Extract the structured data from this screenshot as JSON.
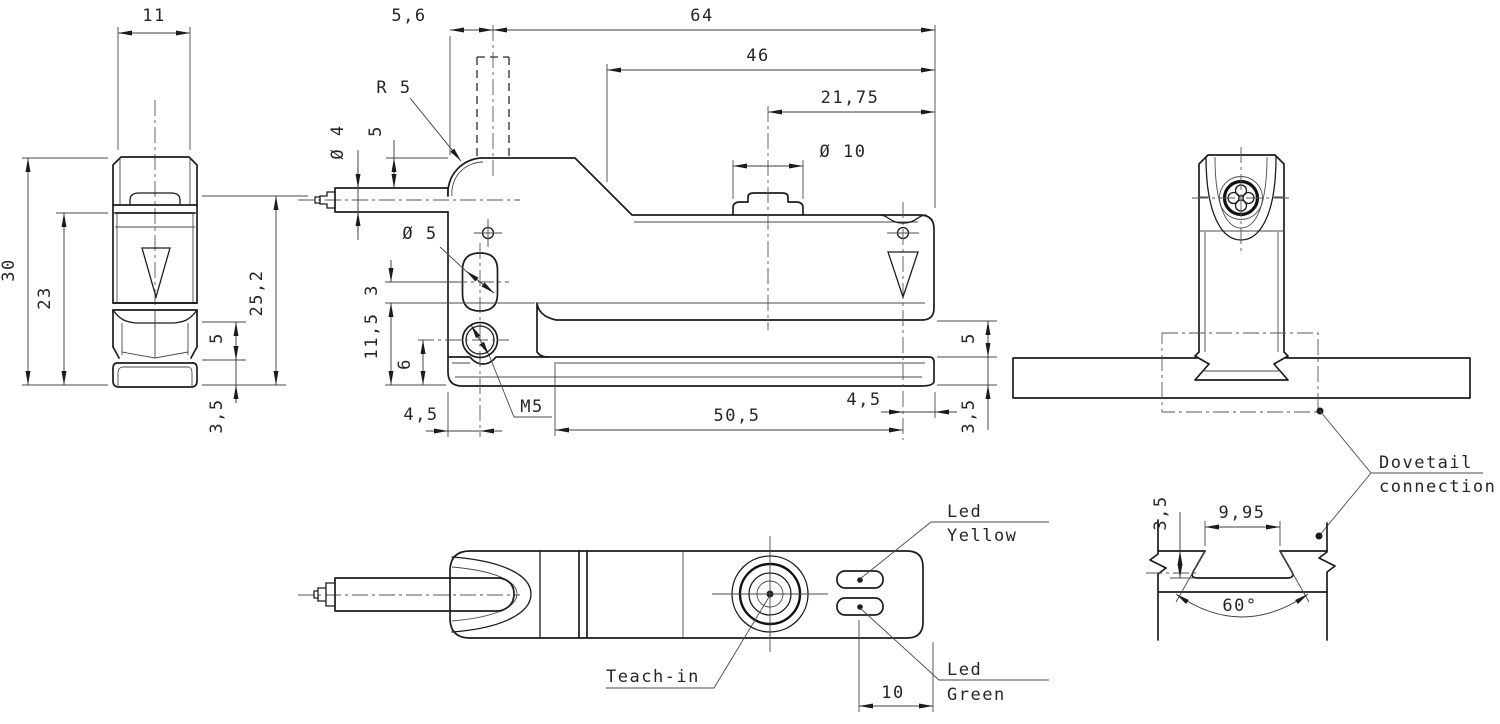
{
  "front": {
    "width": "11",
    "height_total": "30",
    "height_23": "23",
    "height_25_2": "25,2",
    "slot_gap": "5",
    "arm_thickness": "3,5"
  },
  "side": {
    "offset_5_6": "5,6",
    "length_total": "64",
    "length_46": "46",
    "length_21_75": "21,75",
    "corner_radius": "R 5",
    "cable_dia": "Ø 4",
    "cable_offset": "5",
    "boss_dia": "Ø 10",
    "slot_hole_dia": "Ø 5",
    "dim_3": "3",
    "dim_11_5": "11,5",
    "dim_6": "6",
    "thread": "M5",
    "offset_left_4_5": "4,5",
    "length_50_5": "50,5",
    "offset_right_4_5": "4,5",
    "slot_gap": "5",
    "arm_thickness": "3,5"
  },
  "top": {
    "teach_label": "Teach-in",
    "led_yellow": [
      "Led",
      "Yellow"
    ],
    "led_green": [
      "Led",
      "Green"
    ],
    "led_offset": "10"
  },
  "mount": {
    "callout": [
      "Dovetail",
      "connection"
    ]
  },
  "detail": {
    "groove_depth": "3,5",
    "groove_width": "9,95",
    "groove_angle": "60°"
  }
}
